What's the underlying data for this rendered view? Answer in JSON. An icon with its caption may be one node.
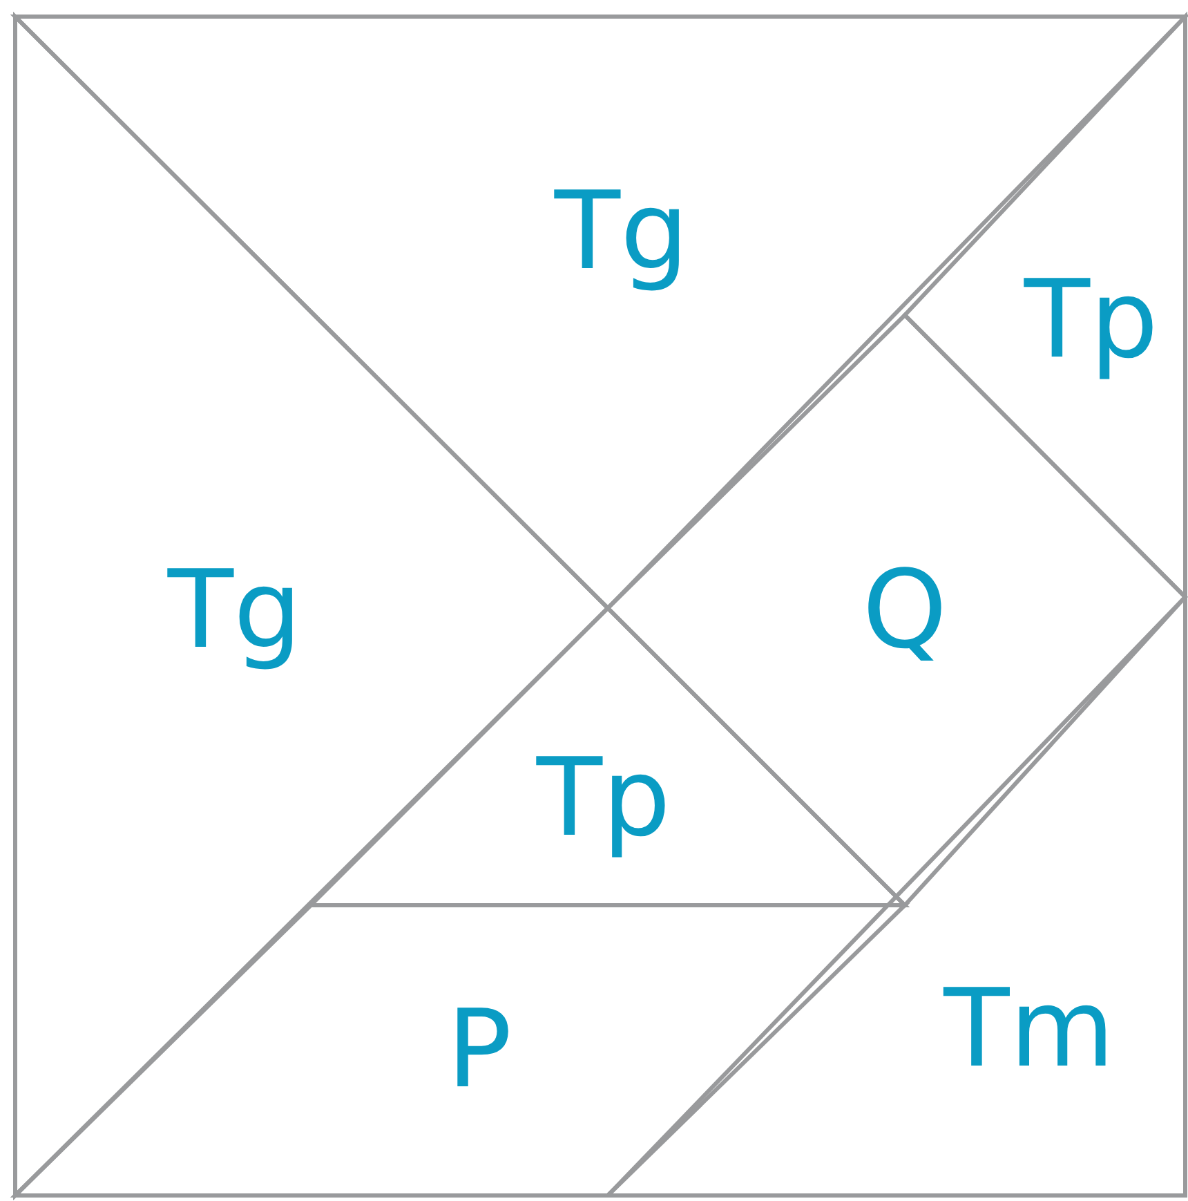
{
  "diagram": {
    "nodes": [
      {
        "text": [
          "Tg"
        ]
      },
      {
        "text": [
          "Tp"
        ]
      },
      {
        "text": [
          "Tg"
        ]
      },
      {
        "text": [
          "Q"
        ]
      },
      {
        "text": [
          "Tp"
        ]
      },
      {
        "text": [
          "P"
        ]
      },
      {
        "text": [
          "Tm"
        ]
      }
    ]
  }
}
